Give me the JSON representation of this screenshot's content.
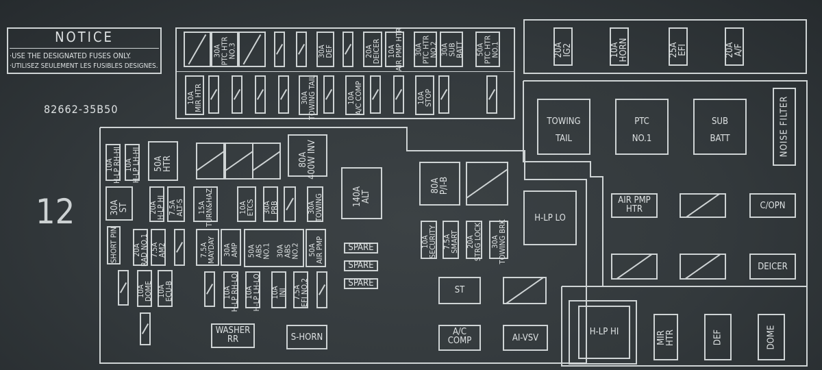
{
  "notice": {
    "title": "NOTICE",
    "line1": "·USE THE DESIGNATED FUSES ONLY.",
    "line2": "·UTILISEZ SEULEMENT LES FUSIBLES DESIGNES."
  },
  "part_number": "82662-35B50",
  "panel_number": "12",
  "top_row": [
    "30A\nPTC HTR\nNO.3",
    "30A\nDEF",
    "20A\nDEICER",
    "10A\nAIR PMP HTR",
    "30A\nPTC HTR\nNO.2",
    "30A\nSUB\nBATT",
    "50A\nPTC HTR\nNO.1"
  ],
  "second_row": [
    "10A\nMIR HTR",
    "30A\nTOWING TAIL",
    "10A\nA/C COMP",
    "10A\nSTOP"
  ],
  "right_top": [
    "20A\nIG2",
    "10A\nHORN",
    "25A\nEFI",
    "20A\nA/F"
  ],
  "main_fuses": {
    "f1": "10A\nH-LP RH-HI",
    "f2": "10A\nH-LP LH-HI",
    "f3": "50A\nHTR",
    "f4": "80A\n400W INV",
    "f5": "30A\nST",
    "f6": "20A\nH-LP HI",
    "f7": "7.5A\nALT-S",
    "f8": "15A\nTURN&HAZ",
    "f9": "10A\nETCS",
    "f10": "30A\nPRB",
    "f11": "30A\nTOWING",
    "f12": "140A\nALT",
    "f13": "SHORT PIN",
    "f14": "20A\nRAD NO.1",
    "f15": "7.5A\nAM2",
    "f16": "7.5A\nMAYDAY",
    "f17": "30A\nAMP",
    "f18": "50A\nABS\nNO.1",
    "f19": "30A\nABS\nNO.2",
    "f20": "50A\nAIR PMP",
    "f21": "10A\nDOME",
    "f22": "10A\nECU-B",
    "f23": "10A\nH-LP RH-LO",
    "f24": "10A\nH-LP LH-LO",
    "f25": "10A\nINJ",
    "f26": "7.5A\nEFI NO.2",
    "f27": "80A\nP/I-B",
    "f28": "10A\nSECURITY",
    "f29": "7.5A\nSMART",
    "f30": "20A\nSTRG LOCK",
    "f31": "30A\nTOWING BRK"
  },
  "spares": [
    "SPARE",
    "SPARE",
    "SPARE"
  ],
  "relays": {
    "washer": "WASHER\nRR",
    "shorn": "S-HORN",
    "st": "ST",
    "ac": "A/C\nCOMP",
    "aivsv": "AI-VSV",
    "hlplo": "H-LP LO",
    "hlphi": "H-LP HI",
    "towing_tail": "TOWING\nTAIL",
    "ptc1": "PTC\nNO.1",
    "subbatt": "SUB\nBATT",
    "noise": "NOISE FILTER",
    "airpmp": "AIR PMP\nHTR",
    "copn": "C/OPN",
    "deicer": "DEICER",
    "mirhtr": "MIR\nHTR",
    "def": "DEF",
    "dome": "DOME"
  }
}
